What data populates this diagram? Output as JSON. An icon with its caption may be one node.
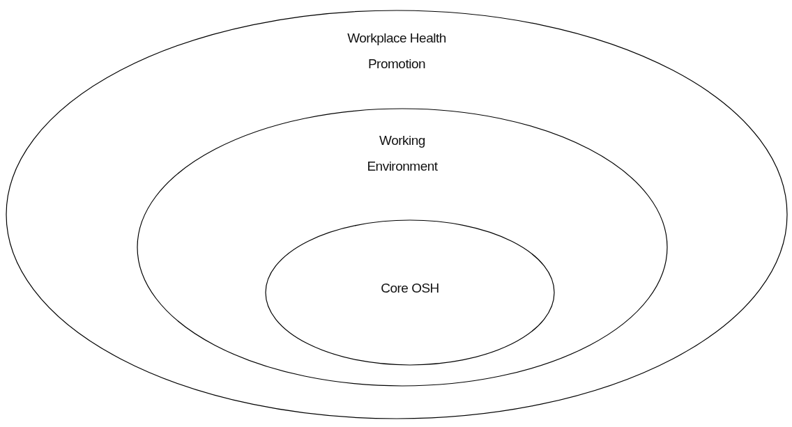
{
  "diagram": {
    "nodes": [
      {
        "text": [
          "Workplace Health Promotion"
        ]
      },
      {
        "text": [
          "Working Environment"
        ],
        "in": 0
      },
      {
        "text": [
          "Core OSH"
        ],
        "in": 1
      }
    ]
  }
}
